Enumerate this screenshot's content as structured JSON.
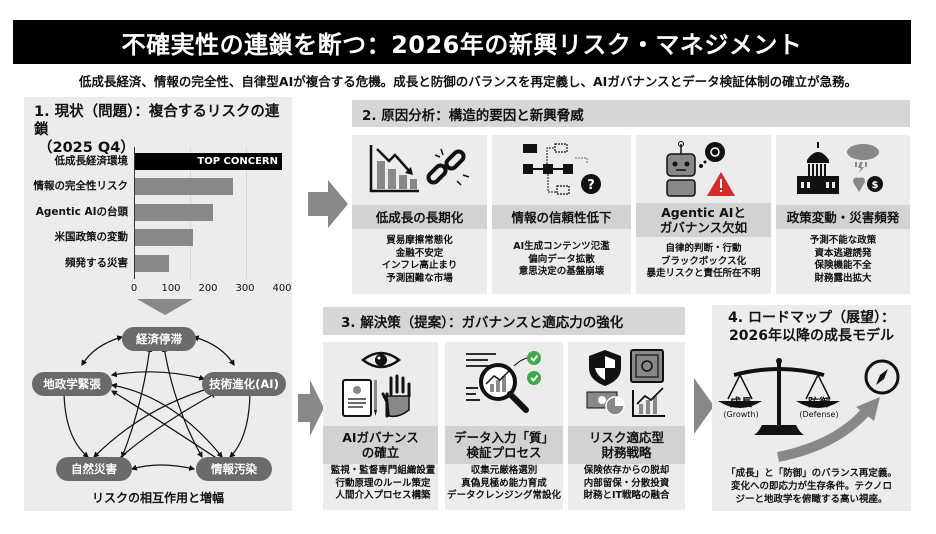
{
  "header": {
    "title": "不確実性の連鎖を断つ：2026年の新興リスク・マネジメント",
    "subtitle": "低成長経済、情報の完全性、自律型AIが複合する危機。成長と防御のバランスを再定義し、AIガバナンスとデータ検証体制の確立が急務。"
  },
  "section1": {
    "title_line1": "1. 現状（問題）：複合するリスクの連鎖",
    "title_line2": "（2025 Q4）",
    "network": {
      "nodes": [
        "経済停滞",
        "地政学緊張",
        "技術進化(AI)",
        "自然災害",
        "情報汚染"
      ],
      "caption": "リスクの相互作用と増幅"
    }
  },
  "chart_data": {
    "type": "bar",
    "orientation": "horizontal",
    "title": "1. 現状（問題）：複合するリスクの連鎖（2025 Q4）",
    "categories": [
      "低成長経済環境",
      "情報の完全性リスク",
      "Agentic AIの台頭",
      "米国政策の変動",
      "頻発する災害"
    ],
    "values": [
      400,
      268,
      212,
      158,
      92
    ],
    "annotation": "TOP CONCERN",
    "xlabel": "",
    "ylabel": "",
    "xlim": [
      0,
      400
    ],
    "xticks": [
      "0",
      "100",
      "200",
      "300",
      "400"
    ],
    "grid": true,
    "highlight_color": "#000000",
    "bar_color": "#888888"
  },
  "section2": {
    "title": "2. 原因分析：構造的要因と新興脅威",
    "cards": [
      {
        "icon": "declining-chart-broken-link-icon",
        "title": "低成長の長期化",
        "lines": [
          "貿易摩擦常態化",
          "金融不安定",
          "インフレ高止まり",
          "予測困難な市場"
        ]
      },
      {
        "icon": "flowchart-question-icon",
        "title": "情報の信頼性低下",
        "lines": [
          "AI生成コンテンツ氾濫",
          "偏向データ拡散",
          "意思決定の基盤崩壊"
        ]
      },
      {
        "icon": "robot-warning-icon",
        "title": "Agentic AIと\nガバナンス欠如",
        "title_line1": "Agentic AIと",
        "title_line2": "ガバナンス欠如",
        "lines": [
          "自律的判断・行動",
          "ブラックボックス化",
          "暴走リスクと責任所在不明"
        ]
      },
      {
        "icon": "capitol-storm-icon",
        "title": "政策変動・災害頻発",
        "lines": [
          "予測不能な政策",
          "資本逃避誘発",
          "保険機能不全",
          "財務露出拡大"
        ]
      }
    ]
  },
  "section3": {
    "title": "3. 解決策（提案）：ガバナンスと適応力の強化",
    "cards": [
      {
        "icon": "eye-book-hand-icon",
        "title_line1": "AIガバナンス",
        "title_line2": "の確立",
        "lines": [
          "監視・監督専門組織設置",
          "行動原理のルール策定",
          "人間介入プロセス構築"
        ]
      },
      {
        "icon": "magnifier-check-icon",
        "title_line1": "データ入力「質」",
        "title_line2": "検証プロセス",
        "lines": [
          "収集元厳格選別",
          "真偽見極め能力育成",
          "データクレンジング常設化"
        ]
      },
      {
        "icon": "shield-safe-finance-icon",
        "title_line1": "リスク適応型",
        "title_line2": "財務戦略",
        "lines": [
          "保険依存からの脱却",
          "内部留保・分散投資",
          "財務とIT戦略の融合"
        ]
      }
    ]
  },
  "section4": {
    "title_line1": "4. ロードマップ（展望）：",
    "title_line2": "2026年以降の成長モデル",
    "scale_left": {
      "label": "成長",
      "sub": "(Growth)"
    },
    "scale_right": {
      "label": "防御",
      "sub": "(Defense)"
    },
    "body_lines": [
      "「成長」と「防御」のバランス再定義。",
      "変化への即応力が生存条件。テクノロ",
      "ジーと地政学を俯瞰する高い視座。"
    ]
  },
  "colors": {
    "title_bg": "#000000",
    "panel_bg": "#ececec",
    "header_bg": "#d6d6d6",
    "node_bg": "#6b6b6b",
    "arrow": "#888888",
    "check_green": "#3daa4a",
    "warning_red": "#d42a2a"
  }
}
